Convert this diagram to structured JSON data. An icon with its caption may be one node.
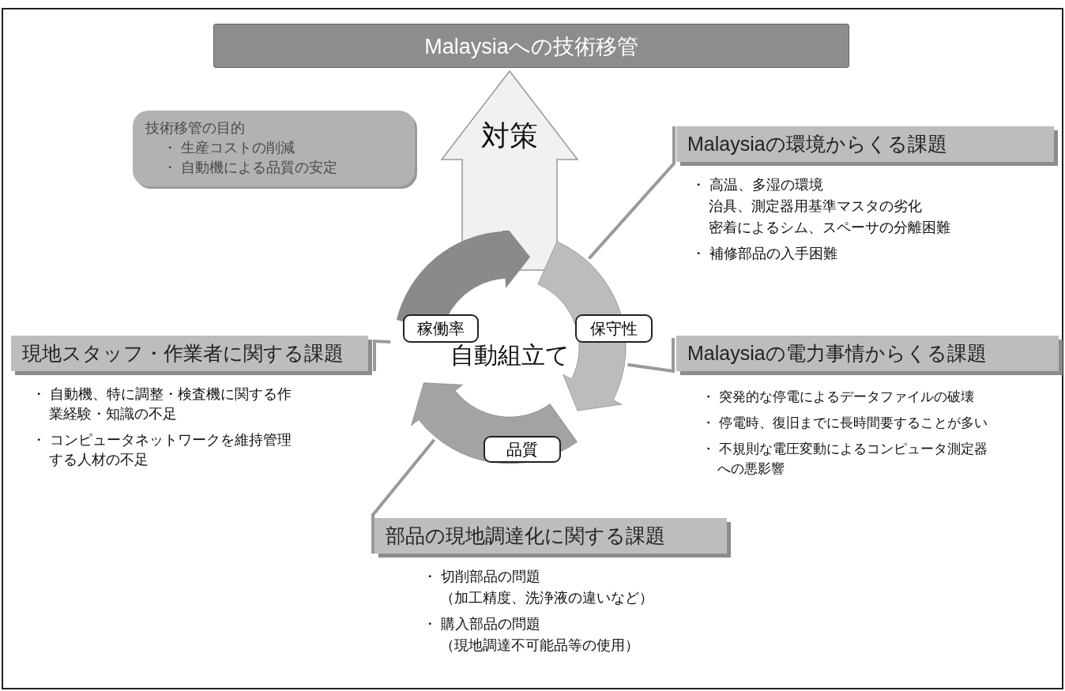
{
  "diagram": {
    "nodes": [
      {
        "text": [
          "Malaysiaへの技術移管"
        ]
      },
      {
        "text": [
          "技術移管の目的",
          "・ 生産コストの削減",
          "・ 自動機による品質の安定"
        ]
      },
      {
        "text": [
          "自動組立て"
        ]
      },
      {
        "text": [
          "稼働率"
        ],
        "in": 2
      },
      {
        "text": [
          "保守性"
        ]
      },
      {
        "text": [
          "品質"
        ],
        "in": 2
      },
      {
        "text": [
          "Malaysiaの環境からくる課題"
        ],
        "beside": [
          "・ 高温、多湿の環境",
          "治具、測定器用基準マスタの劣化",
          "密着によるシム、スペーサの分離困難",
          "・ 補修部品の入手困難"
        ]
      },
      {
        "text": [
          "Malaysiaの電力事情からくる課題"
        ],
        "beside": [
          "・ 突発的な停電によるデータファイルの破壊",
          "・ 停電時、復旧までに長時間要することが多い",
          "・ 不規則な電圧変動によるコンピュータ測定器への悪影響"
        ]
      },
      {
        "text": [
          "現地スタッフ・作業者に関する課題"
        ],
        "beside": [
          "・ 自動機、特に調整・検査機に関する作業経験・知識の不足",
          "・ コンピュータネットワークを維持管理する人材の不足"
        ]
      },
      {
        "text": [
          "部品の現地調達化に関する課題"
        ],
        "beside": [
          "・ 切削部品の問題",
          "（加工精度、洗浄液の違いなど）",
          "・ 購入部品の問題",
          "（現地調達不可能品等の使用）"
        ]
      }
    ],
    "edges": [
      {
        "from": 2,
        "to": 0,
        "arrow": "to",
        "label": "対策",
        "style": "thick",
        "color": "#f1f1f1"
      },
      {
        "from": 2,
        "to": 6,
        "arrow": "none"
      },
      {
        "from": 2,
        "to": 7,
        "arrow": "none"
      },
      {
        "from": 2,
        "to": 8,
        "arrow": "none"
      },
      {
        "from": 2,
        "to": 9,
        "arrow": "none"
      }
    ]
  }
}
